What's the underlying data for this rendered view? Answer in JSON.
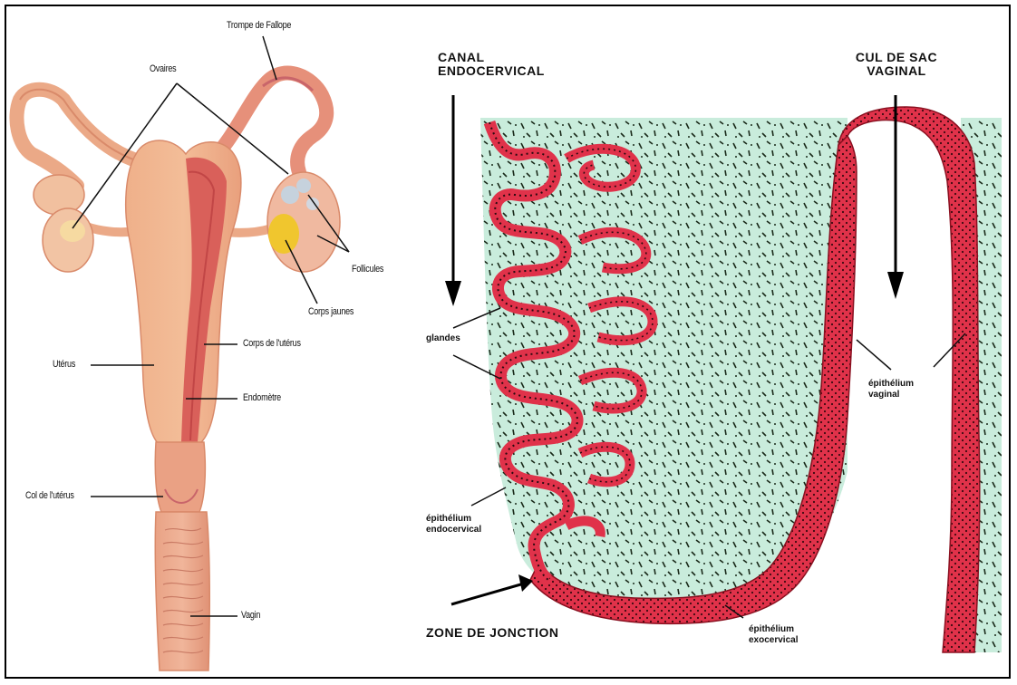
{
  "anatomy": {
    "trompe": "Trompe de Fallope",
    "ovaires": "Ovaires",
    "follicules": "Follicules",
    "corps_jaunes": "Corps jaunes",
    "uterus": "Utérus",
    "corps_uterus": "Corps de l'utérus",
    "endometre": "Endomètre",
    "col": "Col de l'utérus",
    "vagin": "Vagin"
  },
  "histology": {
    "canal_line1": "CANAL",
    "canal_line2": "ENDOCERVICAL",
    "cul_line1": "CUL DE SAC",
    "cul_line2": "VAGINAL",
    "glandes": "glandes",
    "epi_vaginal_line1": "épithélium",
    "epi_vaginal_line2": "vaginal",
    "epi_endo_line1": "épithélium",
    "epi_endo_line2": "endocervical",
    "zone_jonction": "ZONE DE JONCTION",
    "epi_exo_line1": "épithélium",
    "epi_exo_line2": "exocervical"
  },
  "colors": {
    "tissue_pink": "#e8a079",
    "uterus_dark": "#d9605a",
    "epithelium_red": "#e0324a",
    "stroma_green": "#c9ecdc",
    "ovary_yellow": "#f0c62e"
  }
}
